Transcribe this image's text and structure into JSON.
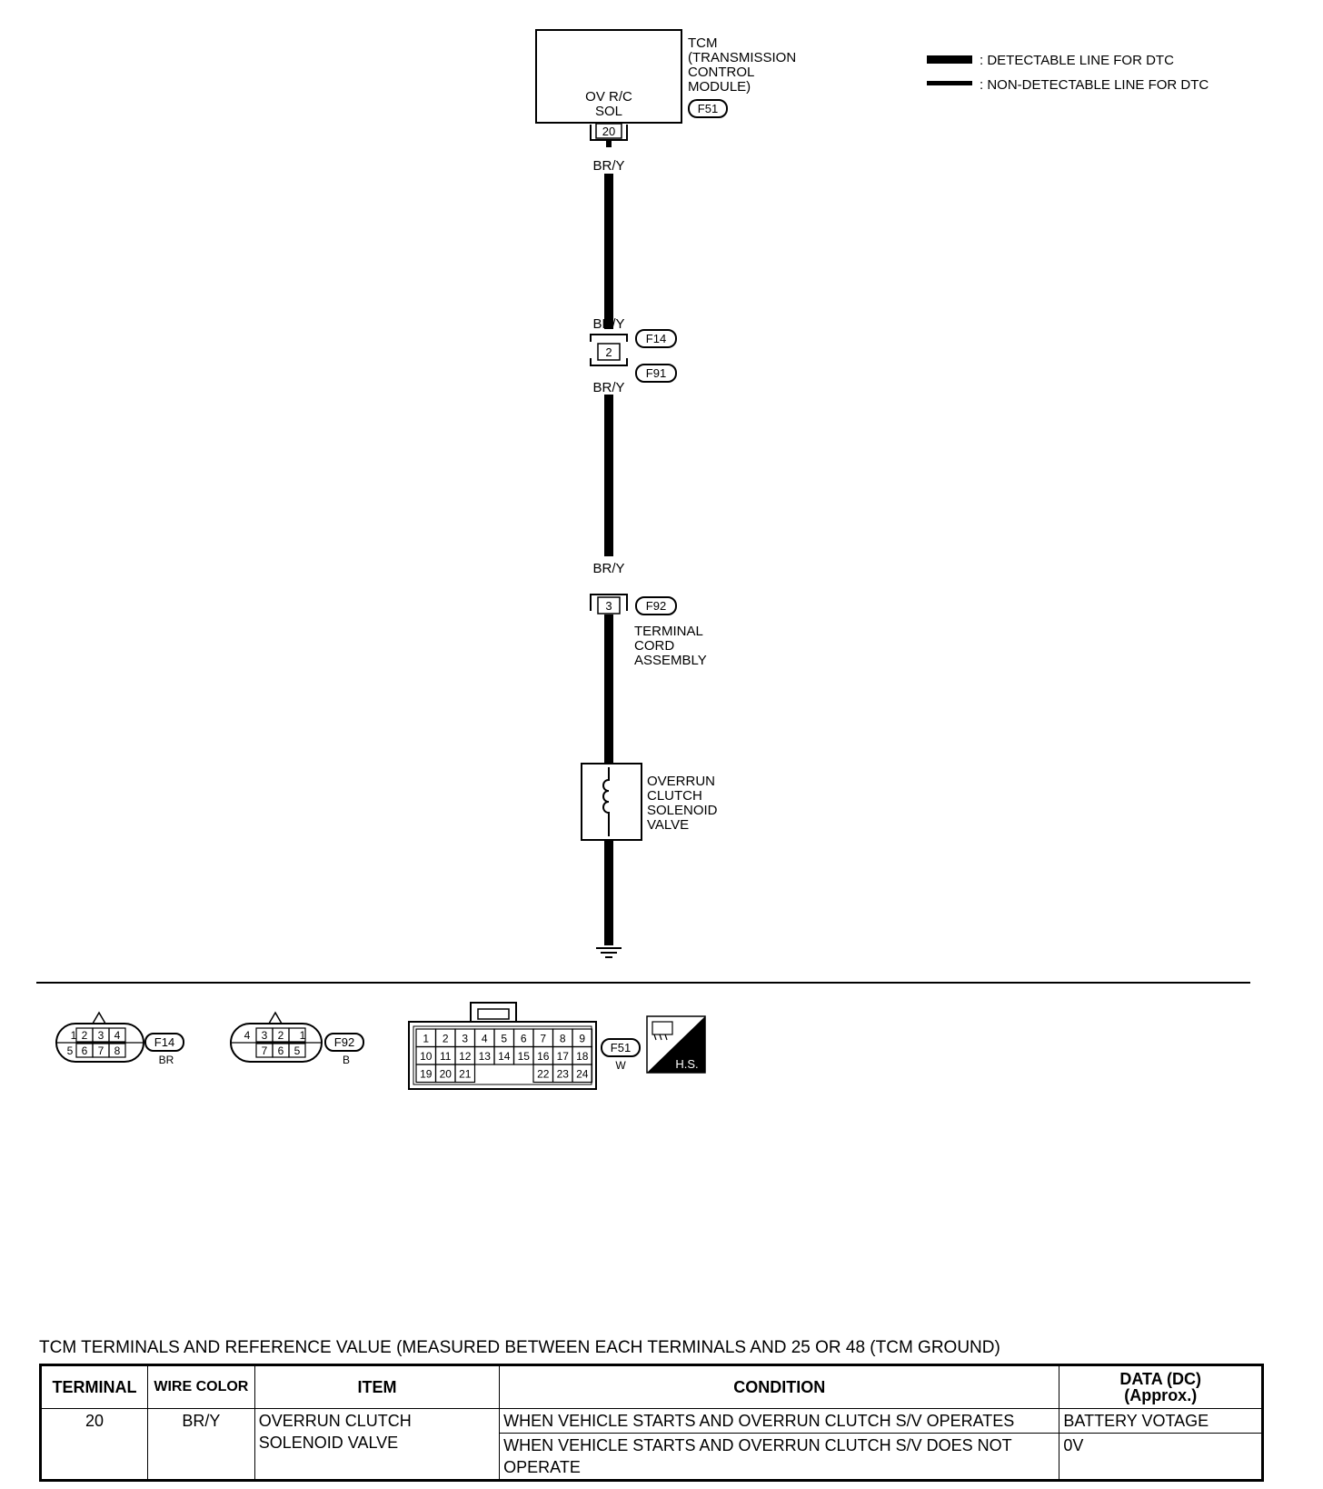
{
  "legend": {
    "detectable": ": DETECTABLE LINE FOR DTC",
    "non_detectable": ": NON-DETECTABLE LINE FOR DTC"
  },
  "tcm": {
    "title_lines": [
      "TCM",
      "(TRANSMISSION",
      "CONTROL",
      "MODULE)"
    ],
    "terminal_label_lines": [
      "OV R/C",
      "SOL"
    ],
    "terminal": "20",
    "connector": "F51"
  },
  "wire_color": "BR/Y",
  "junction": {
    "pin": "2",
    "connector_top": "F14",
    "connector_bottom": "F91"
  },
  "terminal_cord": {
    "pin": "3",
    "connector": "F92",
    "label_lines": [
      "TERMINAL",
      "CORD",
      "ASSEMBLY"
    ]
  },
  "solenoid": {
    "label_lines": [
      "OVERRUN",
      "CLUTCH",
      "SOLENOID",
      "VALVE"
    ]
  },
  "connector_views": {
    "f14": {
      "top_pins": [
        "1",
        "2",
        "3",
        "4"
      ],
      "bottom_pins": [
        "5",
        "6",
        "7",
        "8"
      ],
      "id": "F14",
      "color": "BR"
    },
    "f92": {
      "top_pins": [
        "4",
        "3",
        "2",
        "1"
      ],
      "bottom_pins": [
        "7",
        "6",
        "5"
      ],
      "id": "F92",
      "color": "B"
    },
    "f51": {
      "row1": [
        "1",
        "2",
        "3",
        "4",
        "5",
        "6",
        "7",
        "8",
        "9"
      ],
      "row2": [
        "10",
        "11",
        "12",
        "13",
        "14",
        "15",
        "16",
        "17",
        "18"
      ],
      "row3_left": [
        "19",
        "20",
        "21"
      ],
      "row3_right": [
        "22",
        "23",
        "24"
      ],
      "id": "F51",
      "color": "W"
    },
    "hs_badge": "H.S."
  },
  "table": {
    "caption": "TCM TERMINALS AND REFERENCE VALUE (MEASURED BETWEEN EACH TERMINALS AND 25 OR 48 (TCM GROUND)",
    "headers": {
      "terminal": "TERMINAL",
      "wire_color": "WIRE COLOR",
      "item": "ITEM",
      "condition": "CONDITION",
      "data_line1": "DATA (DC)",
      "data_line2": "(Approx.)"
    },
    "row": {
      "terminal": "20",
      "wire_color": "BR/Y",
      "item_line1": "OVERRUN CLUTCH",
      "item_line2": "SOLENOID VALVE",
      "condition1": "WHEN VEHICLE STARTS AND OVERRUN CLUTCH S/V OPERATES",
      "data1": "BATTERY VOTAGE",
      "condition2_line1": "WHEN VEHICLE STARTS AND OVERRUN CLUTCH S/V DOES NOT",
      "condition2_line2": "OPERATE",
      "data2": "0V"
    }
  }
}
